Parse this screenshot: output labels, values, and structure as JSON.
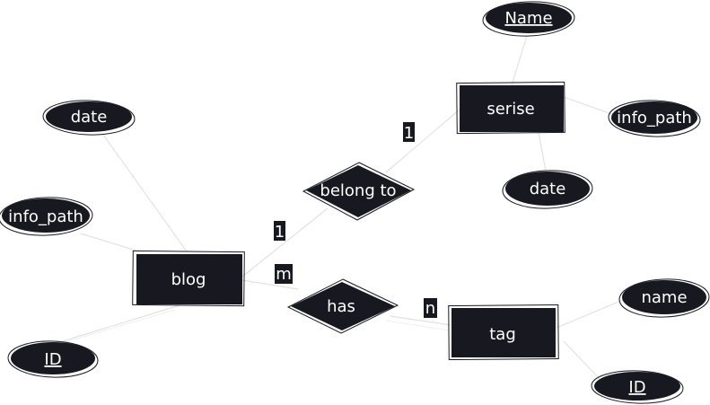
{
  "entities": {
    "serise": "serise",
    "blog": "blog",
    "tag": "tag"
  },
  "relationships": {
    "belong_to": "belong to",
    "has": "has"
  },
  "attributes": {
    "serise_name": "Name",
    "serise_info_path": "info_path",
    "serise_date": "date",
    "blog_date": "date",
    "blog_info_path": "info_path",
    "blog_id": "ID",
    "tag_name": "name",
    "tag_id": "ID"
  },
  "cardinalities": {
    "belong_serise": "1",
    "belong_blog": "1",
    "has_blog": "m",
    "has_tag": "n"
  }
}
